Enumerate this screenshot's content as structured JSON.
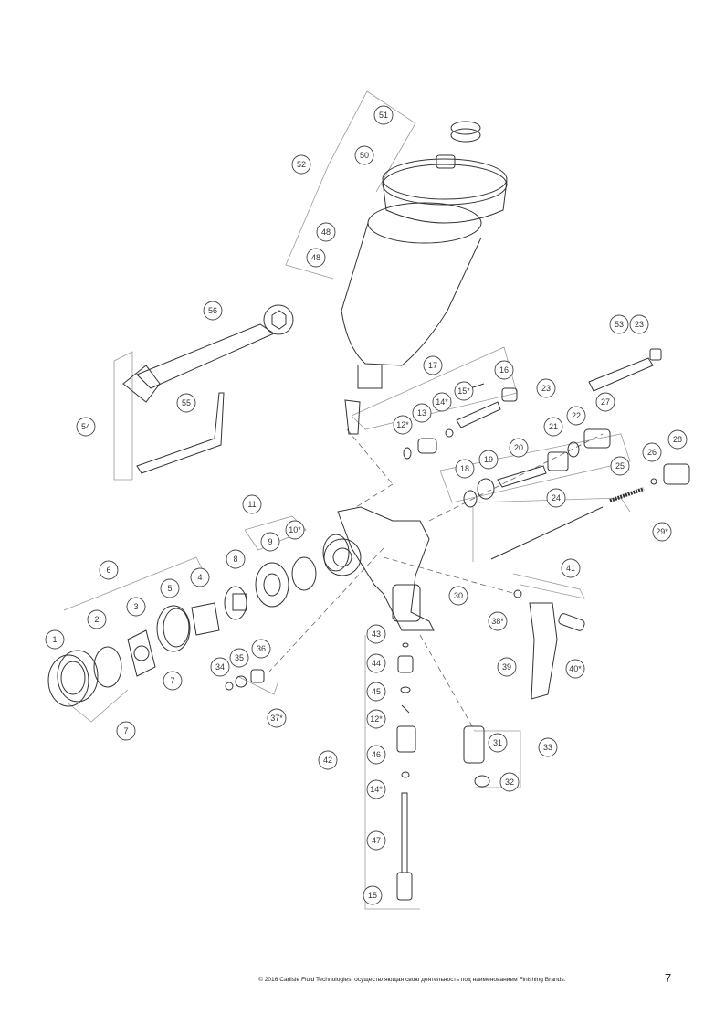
{
  "diagram": {
    "callouts": [
      "1",
      "2",
      "3",
      "4",
      "5",
      "6",
      "7",
      "7",
      "8",
      "9",
      "10*",
      "11",
      "12*",
      "13",
      "14*",
      "15*",
      "16",
      "17",
      "18",
      "19",
      "20",
      "21",
      "22",
      "23",
      "23",
      "24",
      "25",
      "26",
      "27",
      "28",
      "29*",
      "30",
      "31",
      "32",
      "33",
      "34",
      "35",
      "36",
      "37*",
      "38*",
      "39",
      "40*",
      "41",
      "42",
      "43",
      "44",
      "45",
      "12*",
      "46",
      "14*",
      "47",
      "15",
      "48",
      "48",
      "50",
      "51",
      "52",
      "53",
      "54",
      "55",
      "56"
    ]
  },
  "footer": {
    "copyright": "© 2016 Carlisle Fluid Technologies, осуществляющая свою деятельность под наименованием Finishing Brands.",
    "page_number": "7"
  }
}
